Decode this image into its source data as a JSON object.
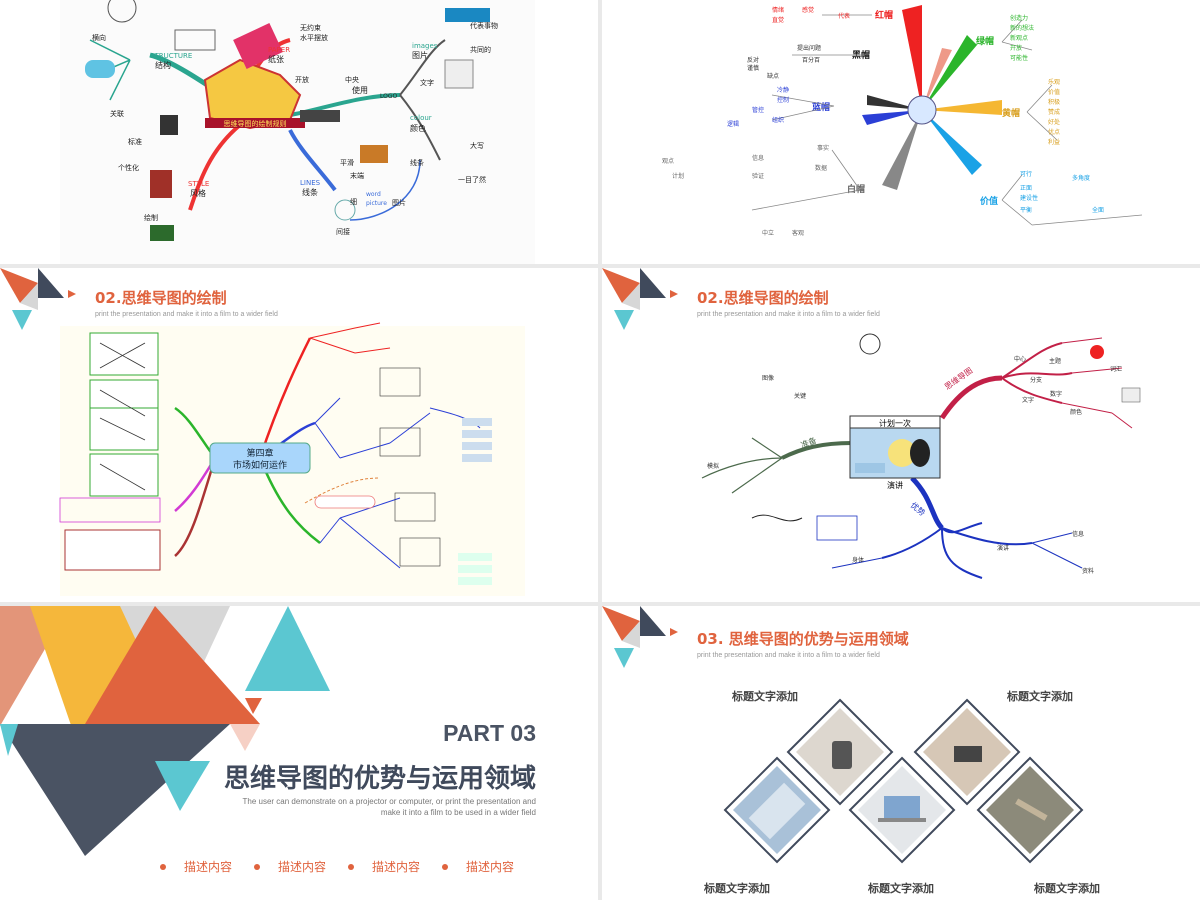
{
  "slide1": {
    "center": "思维导图的绘制规则",
    "nodes": [
      "STRUCTURE",
      "结构",
      "PAPER",
      "纸张",
      "STYLE",
      "风格",
      "LINES",
      "线条",
      "colour",
      "颜色",
      "使用",
      "LOGO",
      "images",
      "图片",
      "横向",
      "个性化",
      "关联",
      "标准",
      "绘制",
      "开放",
      "无约束",
      "水平摆放",
      "中央",
      "代表事物",
      "共同的",
      "文字",
      "大写",
      "一目了然",
      "线条",
      "平滑",
      "末端",
      "细",
      "word",
      "picture",
      "图片",
      "间接"
    ]
  },
  "slide2": {
    "center_items": [
      "红帽",
      "绿帽",
      "黄帽",
      "黑帽",
      "蓝帽",
      "白帽",
      "价值"
    ],
    "left_texts": [
      "情绪",
      "感觉",
      "直觉",
      "代表",
      "提出问题",
      "百分百",
      "反对",
      "谨慎",
      "缺点",
      "冷静",
      "控制",
      "管控",
      "组织",
      "逻辑",
      "事实",
      "数据",
      "信息",
      "验证",
      "观点",
      "计划",
      "中立",
      "客观"
    ],
    "right_texts": [
      "创造力",
      "新的想法",
      "新观点",
      "开放",
      "可能性",
      "乐观",
      "价值",
      "积极",
      "赞成",
      "好处",
      "优点",
      "利益",
      "可行",
      "正面",
      "建设性",
      "平衡",
      "多角度",
      "全面"
    ]
  },
  "slide3": {
    "heading": "02.思维导图的绘制",
    "subheading": "print the presentation and make it into a film to a wider field",
    "center": "第四章\n市场如何运作"
  },
  "slide4": {
    "heading": "02.思维导图的绘制",
    "subheading": "print the presentation and make it into a film to a wider field",
    "center_top": "计划一次",
    "center_bottom": "演讲",
    "branches": [
      "思维导图",
      "准备",
      "优势",
      "中心",
      "主题",
      "词汇",
      "图像",
      "关键",
      "分支",
      "数字",
      "颜色",
      "信息",
      "文字",
      "模拟",
      "演讲",
      "身体",
      "资料"
    ]
  },
  "slide5": {
    "part": "PART 03",
    "title": "思维导图的优势与运用领域",
    "desc": "The user can demonstrate on a projector or computer, or print the presentation and make it into a film to be used in a wider field",
    "bullets": [
      "描述内容",
      "描述内容",
      "描述内容",
      "描述内容"
    ]
  },
  "slide6": {
    "heading": "03. 思维导图的优势与运用领域",
    "subheading": "print the presentation and make it into a film to a wider field",
    "labels": [
      "标题文字添加",
      "标题文字添加",
      "标题文字添加",
      "标题文字添加",
      "标题文字添加"
    ]
  },
  "colors": {
    "accent": "#e0633e",
    "navy": "#404a5c",
    "teal": "#5bc7d1",
    "yellow": "#f5b73b",
    "gray": "#d7d7d7"
  }
}
